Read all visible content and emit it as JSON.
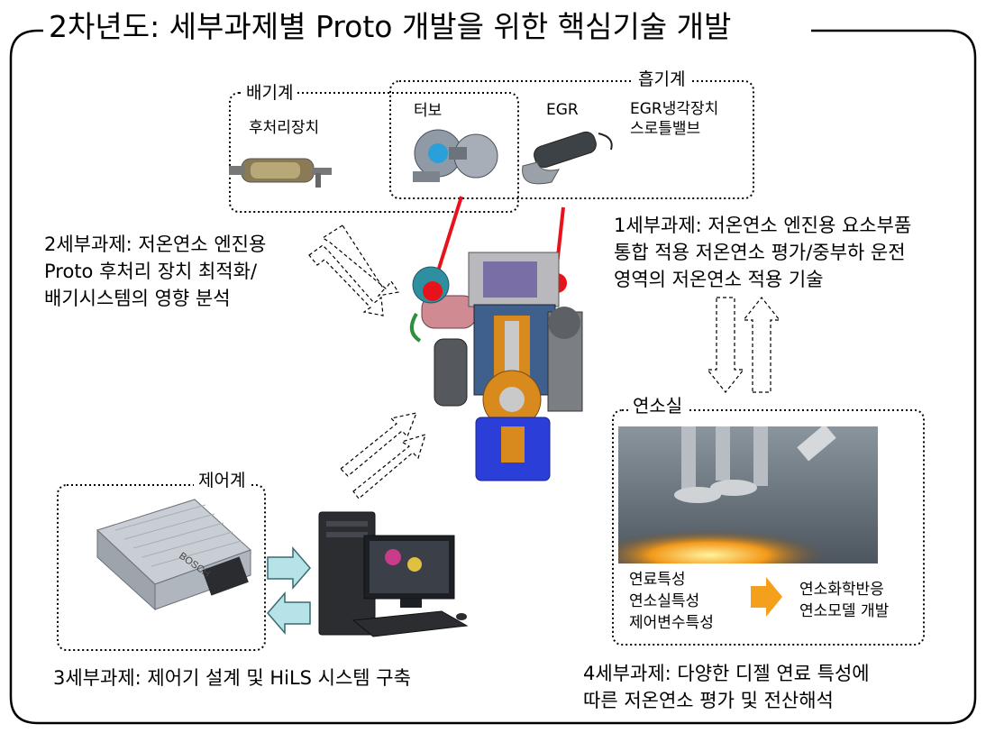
{
  "title": "2차년도: 세부과제별 Proto 개발을 위한 핵심기술 개발",
  "intake": {
    "group_label": "흡기계",
    "egr": "EGR",
    "egr_cooler": "EGR냉각장치",
    "throttle": "스로틀밸브"
  },
  "exhaust": {
    "group_label": "배기계",
    "aftertreatment": "후처리장치",
    "turbo": "터보"
  },
  "task1": {
    "line1": "1세부과제: 저온연소 엔진용 요소부품",
    "line2": "통합 적용 저온연소 평가/중부하 운전",
    "line3": "영역의 저온연소 적용 기술"
  },
  "task2": {
    "line1": "2세부과제: 저온연소 엔진용",
    "line2": "Proto 후처리 장치 최적화/",
    "line3": "배기시스템의 영향 분석"
  },
  "task3": {
    "line1": "3세부과제: 제어기 설계 및 HiLS 시스템 구축"
  },
  "task4": {
    "line1": "4세부과제: 다양한 디젤 연료 특성에",
    "line2": "따른 저온연소 평가 및 전산해석"
  },
  "control": {
    "group_label": "제어계",
    "ecu_brand": "BOSCH"
  },
  "combustion": {
    "group_label": "연소실",
    "inputs": [
      "연료특성",
      "연소실특성",
      "제어변수특성"
    ],
    "outputs": [
      "연소화학반응",
      "연소모델 개발"
    ]
  },
  "colors": {
    "frame": "#000000",
    "link_line": "#e8121a",
    "result_arrow": "#f5a01d",
    "hils_arrow_fill": "#b5e3e8",
    "dashed": "#000000"
  }
}
